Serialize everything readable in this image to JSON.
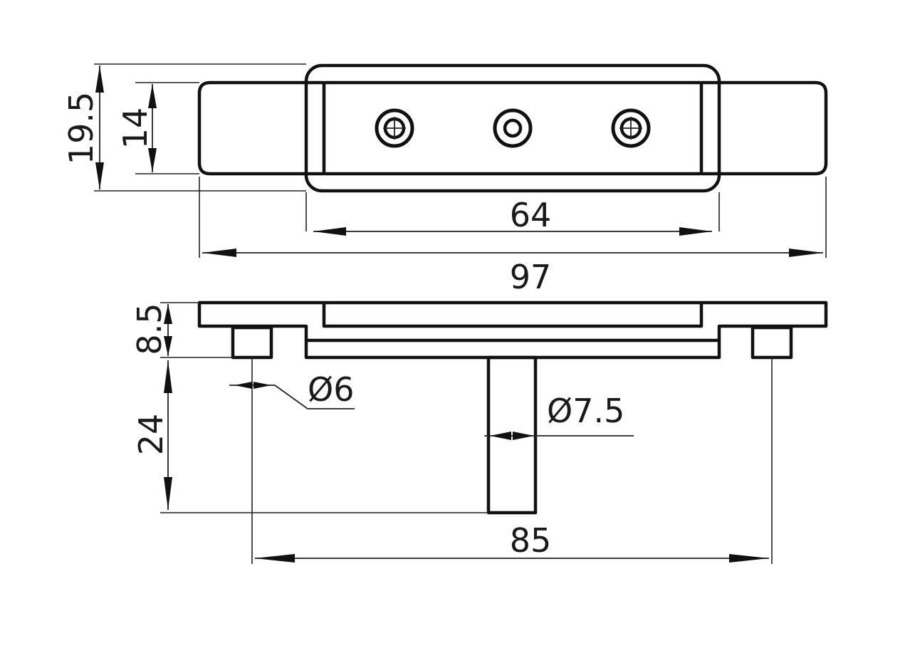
{
  "drawing": {
    "dimensions": {
      "total_height": "19.5",
      "body_height": "14",
      "center_width": "64",
      "overall_length": "97",
      "flange_thickness": "8.5",
      "pin_diameter": "Ø6",
      "shaft_diameter": "Ø7.5",
      "shaft_length": "24",
      "pin_spacing": "85"
    }
  }
}
